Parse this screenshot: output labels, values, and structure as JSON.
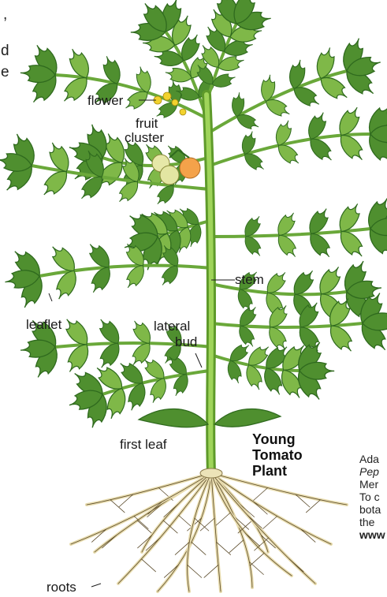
{
  "labels": {
    "flower": "flower",
    "fruit_cluster_line1": "fruit",
    "fruit_cluster_line2": "cluster",
    "stem": "stem",
    "leaflet": "leaflet",
    "lateral_bud_line1": "lateral",
    "lateral_bud_line2": "bud",
    "first_leaf": "first leaf",
    "roots": "roots"
  },
  "title": {
    "line1": "Young",
    "line2": "Tomato",
    "line3": "Plant"
  },
  "credit": {
    "line1": "Ada",
    "line2": "Pep",
    "line3": "Mer",
    "line4": "To c",
    "line5": "bota",
    "line6": "the",
    "line7": "www"
  },
  "edge_text": {
    "top_mark": ",",
    "d_mark": "d",
    "e_mark": "e"
  },
  "colors": {
    "stem": "#8cc63f",
    "stem_dark": "#5e9a2a",
    "leaf": "#4f8f2f",
    "leaf_dark": "#2f6a1e",
    "leaf_light": "#7fb848",
    "fruit_green": "#e6e8a8",
    "fruit_orange": "#f4a24a",
    "flower": "#f2d22e",
    "root": "#e8dcae",
    "root_edge": "#5a4a2a",
    "text": "#1a1a1a"
  }
}
